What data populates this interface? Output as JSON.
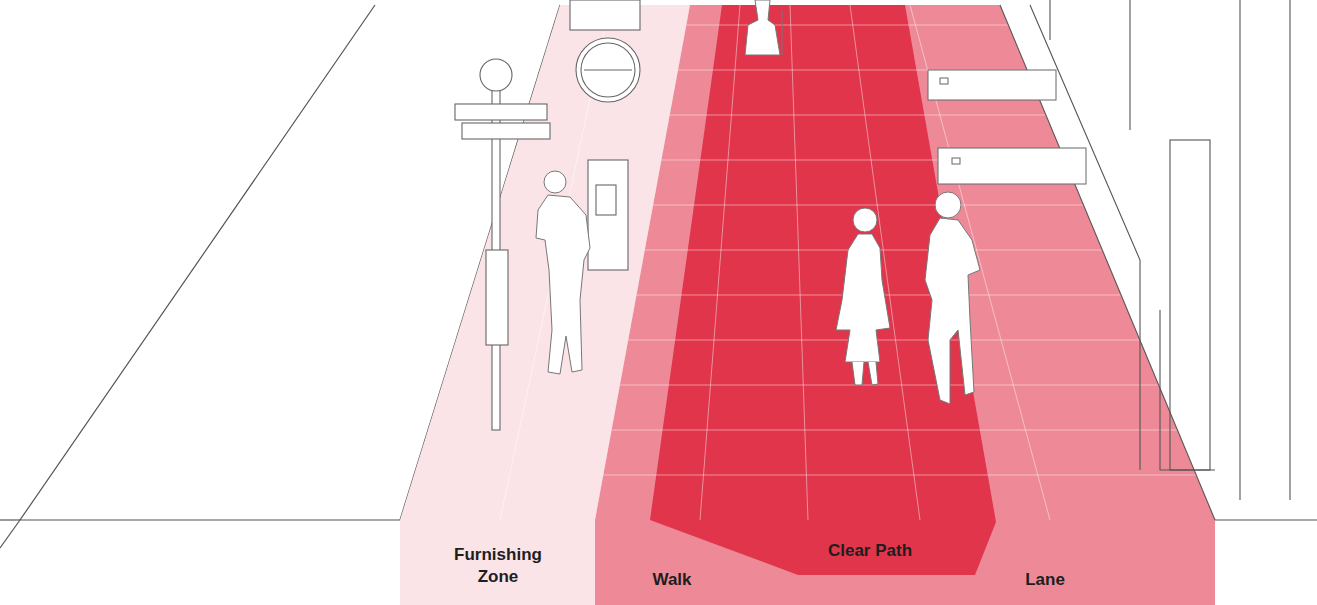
{
  "diagram": {
    "labels": [
      "Furnishing Zone",
      "Walk",
      "Clear Path",
      "Lane"
    ]
  }
}
